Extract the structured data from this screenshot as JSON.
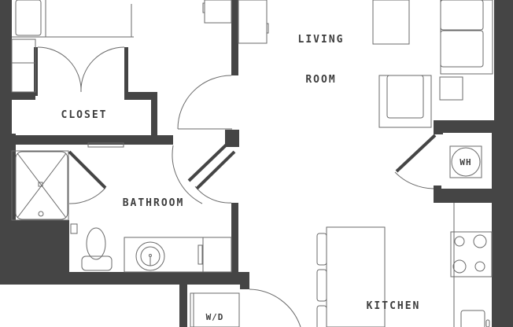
{
  "floor_plan": {
    "colors": {
      "wall": "#454545",
      "line": "#6a6a6a",
      "background": "#ffffff",
      "label": "#3d3d3d"
    },
    "rooms": [
      {
        "id": "living",
        "label_line1": "LIVING",
        "label_line2": "ROOM"
      },
      {
        "id": "closet",
        "label": "CLOSET"
      },
      {
        "id": "bathroom",
        "label": "BATHROOM"
      },
      {
        "id": "kitchen",
        "label": "KITCHEN"
      }
    ],
    "fixtures": {
      "water_heater": "WH",
      "washer_dryer": "W/D"
    }
  }
}
